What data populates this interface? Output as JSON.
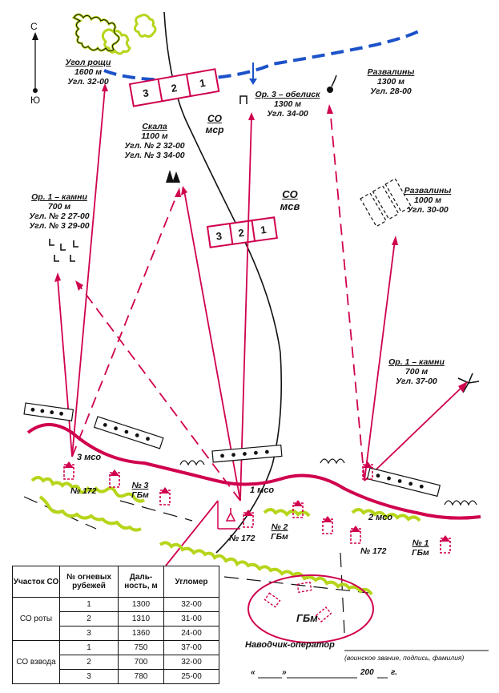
{
  "compass": {
    "north": "С",
    "south": "Ю"
  },
  "colors": {
    "fire": "#d0004e",
    "blue": "#1c52c9",
    "vegetation": "#b6d51a",
    "ink": "#111111"
  },
  "landmarks": [
    {
      "name": "Угол рощи",
      "range": "1600 м",
      "angle": "Угл. 32-00"
    },
    {
      "name": "Скала",
      "range": "1100 м",
      "angle_2": "Угл. № 2 32-00",
      "angle_3": "Угл. № 3 34-00"
    },
    {
      "name": "Ор. 3 – обелиск",
      "range": "1300 м",
      "angle": "Угл. 34-00"
    },
    {
      "name": "Развалины",
      "range": "1300 м",
      "angle": "Угл. 28-00"
    },
    {
      "name": "Ор. 1 – камни",
      "range": "700 м",
      "angle_2": "Угл. № 2 27-00",
      "angle_3": "Угл. № 3 29-00"
    },
    {
      "name": "Развалины",
      "range": "1000 м",
      "angle": "Угл. 30-00"
    },
    {
      "name": "Ор. 1 – камни",
      "range": "700 м",
      "angle": "Угл. 37-00"
    }
  ],
  "sectors": [
    {
      "top": "СО",
      "bottom": "мср"
    },
    {
      "top": "СО",
      "bottom": "мсв"
    }
  ],
  "fire_lines": [
    {
      "cells": [
        "3",
        "2",
        "1"
      ]
    },
    {
      "cells": [
        "3",
        "2",
        "1"
      ]
    }
  ],
  "units": {
    "platoon_3": "3 мсо",
    "platoon_1": "1 мсо",
    "platoon_2": "2 мсо",
    "n172_a": "№ 172",
    "n172_b": "№ 172",
    "n172_c": "№ 172",
    "gbm_3_num": "№ 3",
    "gbm_3_label": "ГБм",
    "gbm_2_num": "№ 2",
    "gbm_2_label": "ГБм",
    "gbm_1_num": "№ 1",
    "gbm_1_label": "ГБм",
    "gbm_zone": "ГБм"
  },
  "table": {
    "headers": [
      "Участок СО",
      "№ огневых рубежей",
      "Даль-ность, м",
      "Угломер"
    ],
    "groups": [
      {
        "name": "СО роты",
        "rows": [
          {
            "n": "1",
            "dist": "1300",
            "angle": "32-00"
          },
          {
            "n": "2",
            "dist": "1310",
            "angle": "31-00"
          },
          {
            "n": "3",
            "dist": "1360",
            "angle": "24-00"
          }
        ]
      },
      {
        "name": "СО взвода",
        "rows": [
          {
            "n": "1",
            "dist": "750",
            "angle": "37-00"
          },
          {
            "n": "2",
            "dist": "700",
            "angle": "32-00"
          },
          {
            "n": "3",
            "dist": "780",
            "angle": "25-00"
          }
        ]
      }
    ]
  },
  "signature": {
    "label": "Наводчик-оператор",
    "caption": "(воинское звание, подпись, фамилия)",
    "date_open": "«",
    "date_close": "»",
    "year": "200",
    "year_suffix": "г."
  }
}
